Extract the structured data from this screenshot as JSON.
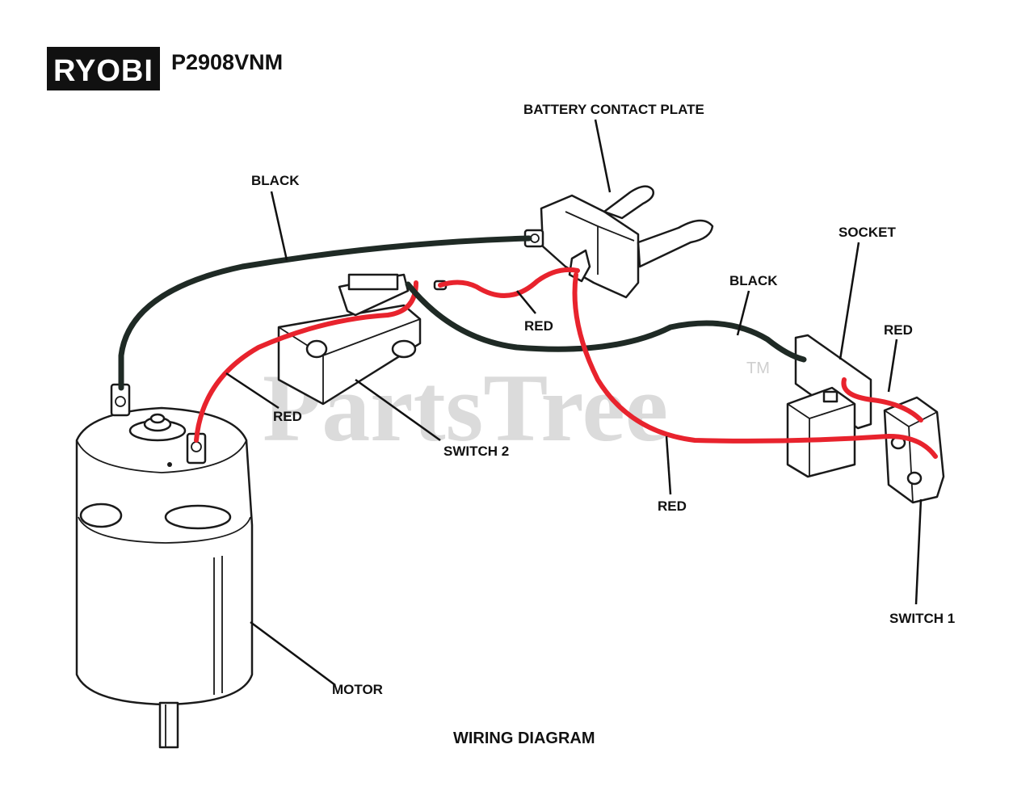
{
  "brand": {
    "logo_text": "RYOBI",
    "model": "P2908VNM"
  },
  "title": "WIRING DIAGRAM",
  "watermark": {
    "text": "PartsTree",
    "tm": "TM"
  },
  "labels": {
    "battery_contact_plate": "BATTERY CONTACT PLATE",
    "black_top": "BLACK",
    "black_right": "BLACK",
    "socket": "SOCKET",
    "red_middle": "RED",
    "red_right": "RED",
    "red_left": "RED",
    "red_bottom": "RED",
    "switch_2": "SWITCH 2",
    "switch_1": "SWITCH 1",
    "motor": "MOTOR"
  },
  "colors": {
    "black_wire": "#1f2a25",
    "red_wire": "#e8232d",
    "line": "#1a1a1a",
    "watermark": "#cfcfcf"
  }
}
